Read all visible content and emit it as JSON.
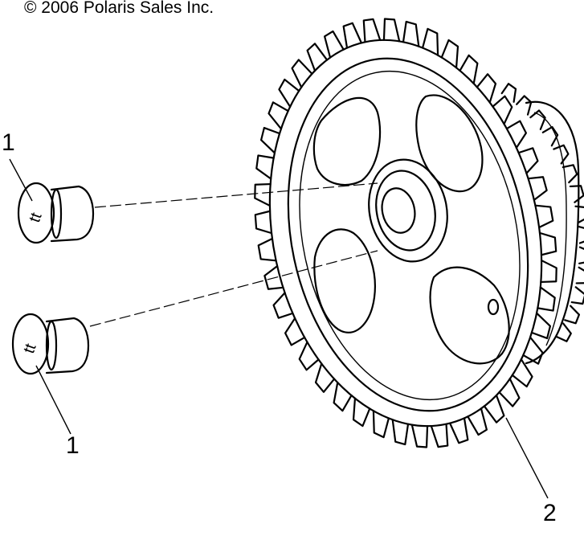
{
  "copyright": "© 2006 Polaris Sales Inc.",
  "callouts": [
    {
      "label": "1",
      "part": "bolt-upper"
    },
    {
      "label": "1",
      "part": "bolt-lower"
    },
    {
      "label": "2",
      "part": "gear"
    }
  ],
  "colors": {
    "line": "#000000",
    "background": "#ffffff"
  }
}
